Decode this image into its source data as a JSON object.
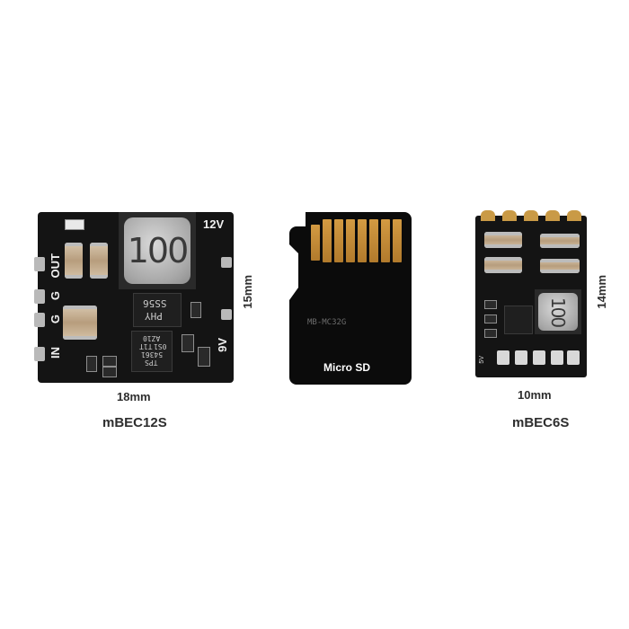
{
  "boards": [
    {
      "name": "mBEC12S",
      "width_label": "18mm",
      "height_label": "15mm",
      "silk": {
        "top_right": "12V",
        "bottom_right": "9V",
        "out": "OUT",
        "g1": "G",
        "g2": "G",
        "in": "IN"
      },
      "inductor_marking": "100",
      "chip_marking": [
        "PHY",
        "SS56"
      ],
      "ic_marking": [
        "TPS",
        "54361",
        "T1T",
        "0S1",
        "AZ10"
      ]
    },
    {
      "name": "Micro SD",
      "model": "MB-MC32G",
      "label": "Micro SD"
    },
    {
      "name": "mBEC6S",
      "width_label": "10mm",
      "height_label": "14mm",
      "inductor_marking": "100",
      "silk": {
        "v": "5V"
      }
    }
  ],
  "colors": {
    "background": "#ffffff",
    "pcb": "#141414",
    "gold": "#c99a46",
    "label_text": "#2e2e2e"
  }
}
